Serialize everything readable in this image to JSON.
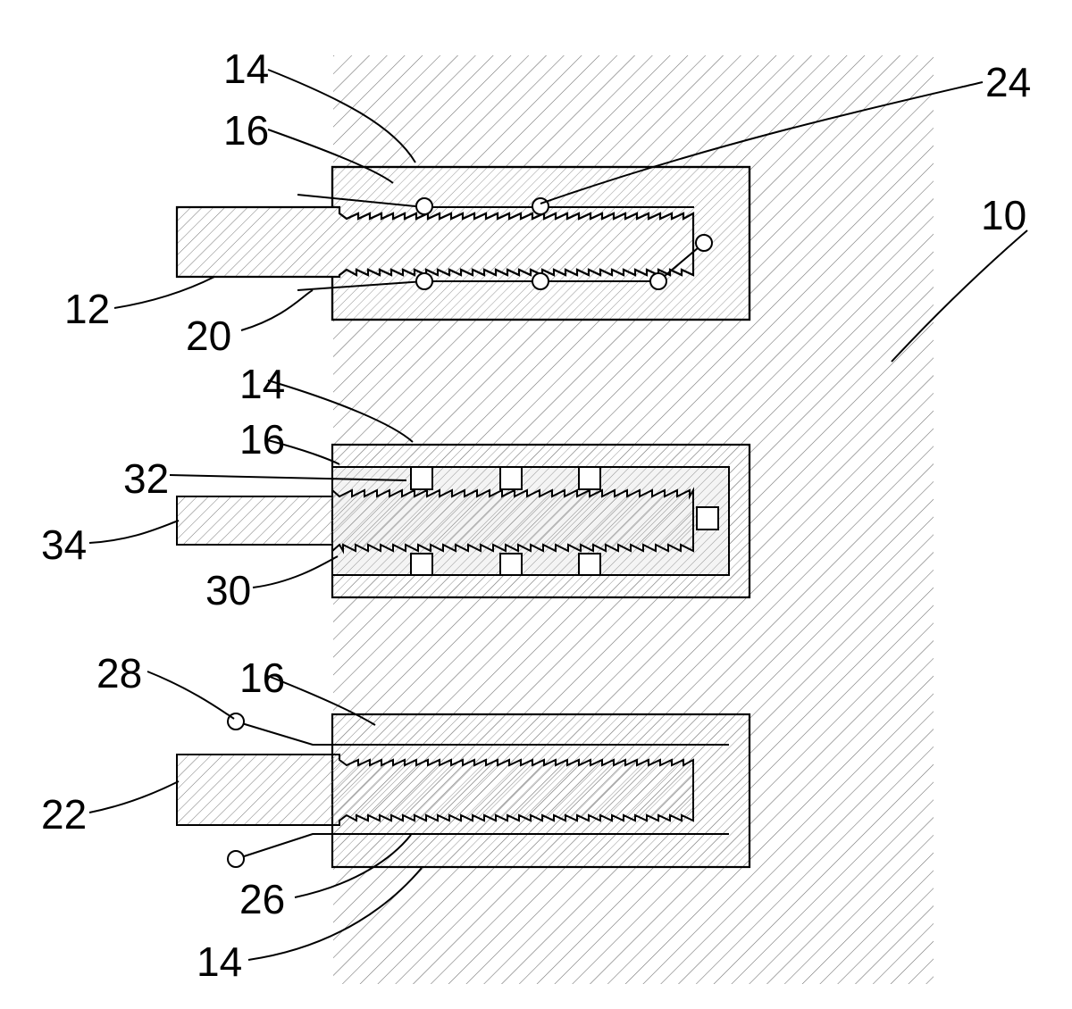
{
  "figure": {
    "ref_labels": {
      "plate": "10",
      "bolt_top": "12",
      "bore_top": "14",
      "insert_top": "16",
      "thread_top": "20",
      "bolt_bottom": "22",
      "conductor_top": "24",
      "thread_bottom": "26",
      "lead_bottom": "28",
      "thread_middle": "30",
      "recess_middle": "32",
      "bolt_middle": "34",
      "bore_middle": "14",
      "insert_middle": "16",
      "insert_bottom": "16",
      "bore_bottom": "14"
    },
    "colors": {
      "line": "#000000",
      "fill_plate": "#ffffff",
      "fill_insert": "#e9e9e9",
      "fill_bolt": "#f4f4f4",
      "background": "#ffffff"
    }
  }
}
